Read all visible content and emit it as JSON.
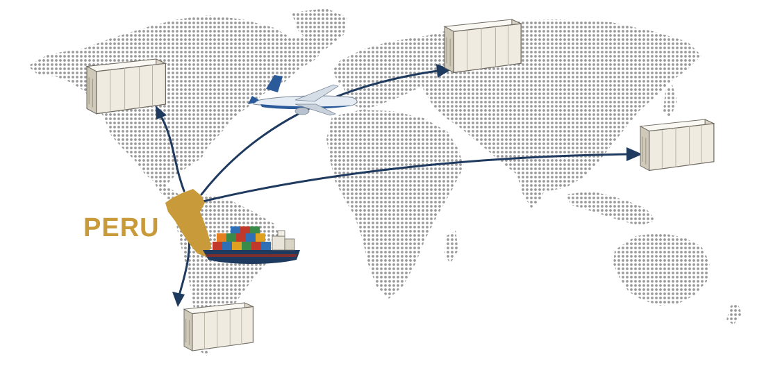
{
  "map": {
    "origin_label": "PERU",
    "colors": {
      "origin": "#c89a3a",
      "route": "#1f3a5f",
      "land_dots": "#9a9a9a",
      "container": "#efebe1",
      "container_edge": "#6e6a62",
      "plane_body": "#e6ecf3",
      "plane_accent": "#2a5a9a",
      "ship_hull": "#1f3a5f"
    },
    "icons": [
      "cargo-container-icon",
      "airplane-icon",
      "cargo-ship-icon",
      "route-arrow-icon"
    ],
    "routes": [
      {
        "name": "to-north-america"
      },
      {
        "name": "to-europe"
      },
      {
        "name": "to-asia"
      },
      {
        "name": "to-south-south-america"
      }
    ]
  }
}
